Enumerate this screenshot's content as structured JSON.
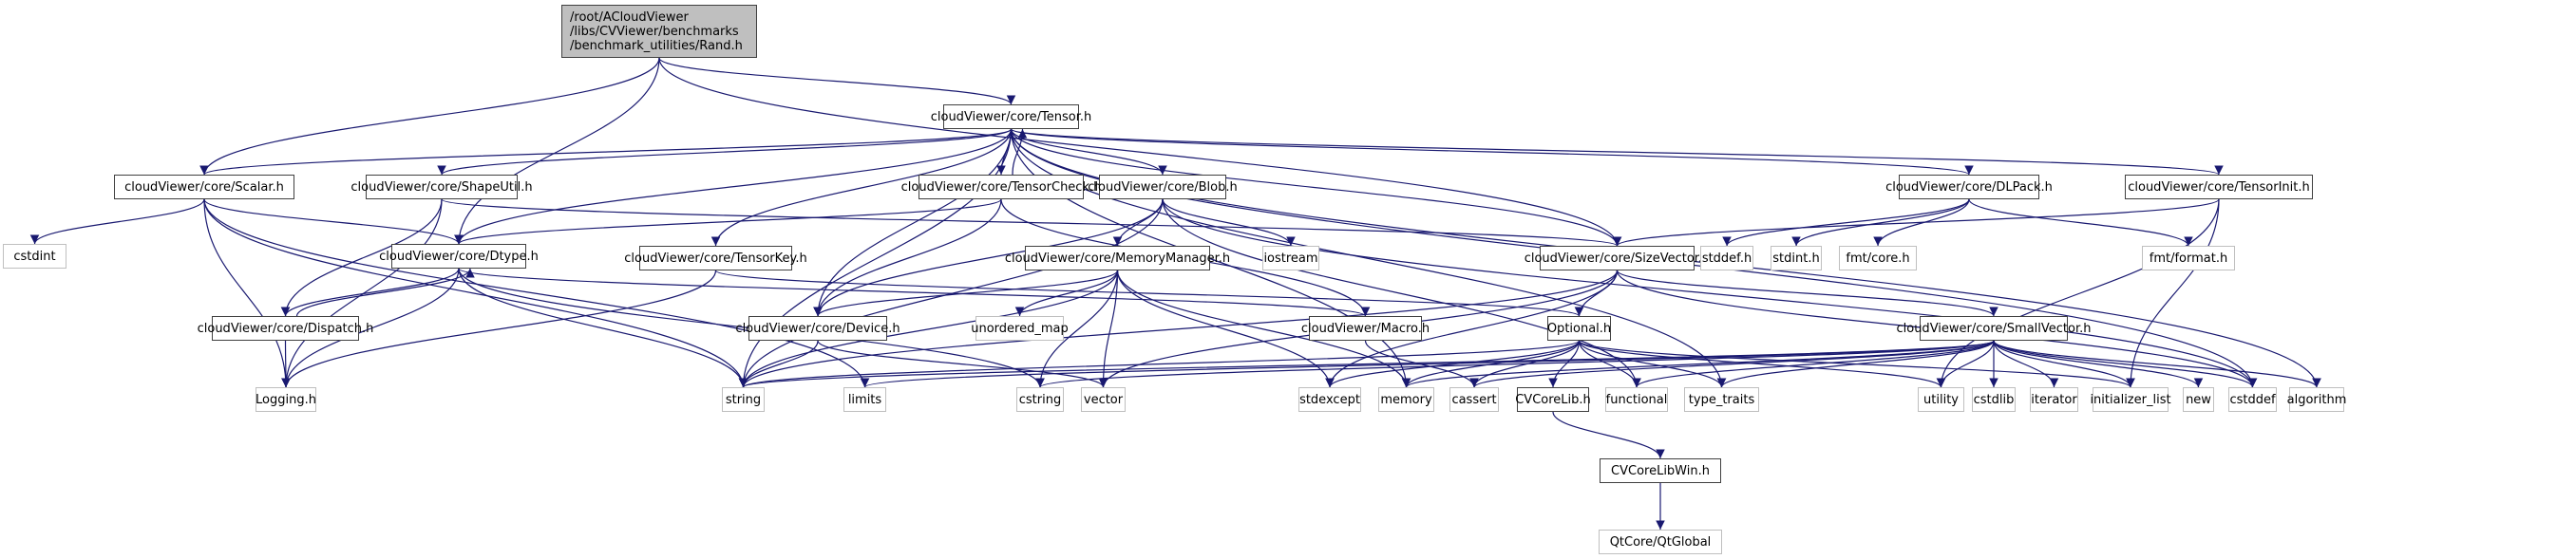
{
  "diagram": {
    "type": "include-dependency-graph",
    "edge_color": "#191970",
    "project_border_color": "#404040",
    "external_border_color": "#bfbfbf",
    "root_fill_color": "#bfbfbf",
    "nodes": [
      {
        "id": "rand",
        "label": "/root/ACloudViewer\n/libs/CVViewer/benchmarks\n/benchmark_utilities/Rand.h",
        "kind": "root"
      },
      {
        "id": "tensor",
        "label": "cloudViewer/core/Tensor.h",
        "kind": "project"
      },
      {
        "id": "scalar",
        "label": "cloudViewer/core/Scalar.h",
        "kind": "project"
      },
      {
        "id": "shapeutil",
        "label": "cloudViewer/core/ShapeUtil.h",
        "kind": "project"
      },
      {
        "id": "tensorcheck",
        "label": "cloudViewer/core/TensorCheck.h",
        "kind": "project"
      },
      {
        "id": "blob",
        "label": "cloudViewer/core/Blob.h",
        "kind": "project"
      },
      {
        "id": "dlpack",
        "label": "cloudViewer/core/DLPack.h",
        "kind": "project"
      },
      {
        "id": "tensorinit",
        "label": "cloudViewer/core/TensorInit.h",
        "kind": "project"
      },
      {
        "id": "cstdint",
        "label": "cstdint",
        "kind": "external"
      },
      {
        "id": "dtype",
        "label": "cloudViewer/core/Dtype.h",
        "kind": "project"
      },
      {
        "id": "tensorkey",
        "label": "cloudViewer/core/TensorKey.h",
        "kind": "project"
      },
      {
        "id": "memorymanager",
        "label": "cloudViewer/core/MemoryManager.h",
        "kind": "project"
      },
      {
        "id": "iostream",
        "label": "iostream",
        "kind": "external"
      },
      {
        "id": "sizevector",
        "label": "cloudViewer/core/SizeVector.h",
        "kind": "project"
      },
      {
        "id": "stddef_h",
        "label": "stddef.h",
        "kind": "external"
      },
      {
        "id": "stdint_h",
        "label": "stdint.h",
        "kind": "external"
      },
      {
        "id": "fmtcore",
        "label": "fmt/core.h",
        "kind": "external"
      },
      {
        "id": "fmtformat",
        "label": "fmt/format.h",
        "kind": "external"
      },
      {
        "id": "dispatch",
        "label": "cloudViewer/core/Dispatch.h",
        "kind": "project"
      },
      {
        "id": "device",
        "label": "cloudViewer/core/Device.h",
        "kind": "project"
      },
      {
        "id": "unordered_map",
        "label": "unordered_map",
        "kind": "external"
      },
      {
        "id": "macro",
        "label": "cloudViewer/Macro.h",
        "kind": "project"
      },
      {
        "id": "optional",
        "label": "Optional.h",
        "kind": "project"
      },
      {
        "id": "smallvector",
        "label": "cloudViewer/core/SmallVector.h",
        "kind": "project"
      },
      {
        "id": "logging",
        "label": "Logging.h",
        "kind": "external"
      },
      {
        "id": "string",
        "label": "string",
        "kind": "external"
      },
      {
        "id": "limits",
        "label": "limits",
        "kind": "external"
      },
      {
        "id": "cstring",
        "label": "cstring",
        "kind": "external"
      },
      {
        "id": "vector",
        "label": "vector",
        "kind": "external"
      },
      {
        "id": "stdexcept",
        "label": "stdexcept",
        "kind": "external"
      },
      {
        "id": "memory",
        "label": "memory",
        "kind": "external"
      },
      {
        "id": "cassert",
        "label": "cassert",
        "kind": "external"
      },
      {
        "id": "cvcorelib",
        "label": "CVCoreLib.h",
        "kind": "project"
      },
      {
        "id": "functional",
        "label": "functional",
        "kind": "external"
      },
      {
        "id": "type_traits",
        "label": "type_traits",
        "kind": "external"
      },
      {
        "id": "utility",
        "label": "utility",
        "kind": "external"
      },
      {
        "id": "cstdlib",
        "label": "cstdlib",
        "kind": "external"
      },
      {
        "id": "iterator",
        "label": "iterator",
        "kind": "external"
      },
      {
        "id": "initializer_list",
        "label": "initializer_list",
        "kind": "external"
      },
      {
        "id": "new",
        "label": "new",
        "kind": "external"
      },
      {
        "id": "cstddef",
        "label": "cstddef",
        "kind": "external"
      },
      {
        "id": "algorithm",
        "label": "algorithm",
        "kind": "external"
      },
      {
        "id": "cvcorelibwin",
        "label": "CVCoreLibWin.h",
        "kind": "project"
      },
      {
        "id": "qtglobal",
        "label": "QtCore/QtGlobal",
        "kind": "external"
      }
    ],
    "edges": [
      [
        "rand",
        "tensor"
      ],
      [
        "rand",
        "scalar"
      ],
      [
        "rand",
        "dtype"
      ],
      [
        "rand",
        "sizevector"
      ],
      [
        "tensor",
        "scalar"
      ],
      [
        "tensor",
        "shapeutil"
      ],
      [
        "tensor",
        "tensorcheck"
      ],
      [
        "tensor",
        "blob"
      ],
      [
        "tensor",
        "dlpack"
      ],
      [
        "tensor",
        "tensorinit"
      ],
      [
        "tensor",
        "dtype"
      ],
      [
        "tensor",
        "tensorkey"
      ],
      [
        "tensor",
        "sizevector"
      ],
      [
        "tensor",
        "device"
      ],
      [
        "tensor",
        "string"
      ],
      [
        "tensor",
        "memory"
      ],
      [
        "tensor",
        "type_traits"
      ],
      [
        "tensor",
        "cstddef"
      ],
      [
        "tensor",
        "algorithm"
      ],
      [
        "tensorcheck",
        "tensor"
      ],
      [
        "tensorcheck",
        "dtype"
      ],
      [
        "tensorcheck",
        "device"
      ],
      [
        "tensorcheck",
        "macro"
      ],
      [
        "scalar",
        "cstdint"
      ],
      [
        "scalar",
        "dtype"
      ],
      [
        "scalar",
        "logging"
      ],
      [
        "scalar",
        "string"
      ],
      [
        "scalar",
        "limits"
      ],
      [
        "shapeutil",
        "sizevector"
      ],
      [
        "shapeutil",
        "dispatch"
      ],
      [
        "shapeutil",
        "logging"
      ],
      [
        "blob",
        "memorymanager"
      ],
      [
        "blob",
        "device"
      ],
      [
        "blob",
        "iostream"
      ],
      [
        "blob",
        "string"
      ],
      [
        "blob",
        "functional"
      ],
      [
        "blob",
        "cstddef"
      ],
      [
        "dlpack",
        "stddef_h"
      ],
      [
        "dlpack",
        "stdint_h"
      ],
      [
        "dlpack",
        "fmtcore"
      ],
      [
        "dlpack",
        "fmtformat"
      ],
      [
        "tensorinit",
        "sizevector"
      ],
      [
        "tensorinit",
        "utility"
      ],
      [
        "tensorinit",
        "initializer_list"
      ],
      [
        "dtype",
        "dispatch"
      ],
      [
        "dtype",
        "logging"
      ],
      [
        "dtype",
        "string"
      ],
      [
        "dtype",
        "cstring"
      ],
      [
        "dtype",
        "macro"
      ],
      [
        "dispatch",
        "dtype"
      ],
      [
        "dispatch",
        "logging"
      ],
      [
        "tensorkey",
        "logging"
      ],
      [
        "tensorkey",
        "optional"
      ],
      [
        "memorymanager",
        "device"
      ],
      [
        "memorymanager",
        "unordered_map"
      ],
      [
        "memorymanager",
        "string"
      ],
      [
        "memorymanager",
        "cstring"
      ],
      [
        "memorymanager",
        "vector"
      ],
      [
        "memorymanager",
        "stdexcept"
      ],
      [
        "memorymanager",
        "memory"
      ],
      [
        "device",
        "string"
      ],
      [
        "device",
        "vector"
      ],
      [
        "macro",
        "cassert"
      ],
      [
        "sizevector",
        "optional"
      ],
      [
        "sizevector",
        "smallvector"
      ],
      [
        "sizevector",
        "vector"
      ],
      [
        "sizevector",
        "stdexcept"
      ],
      [
        "sizevector",
        "string"
      ],
      [
        "sizevector",
        "cstddef"
      ],
      [
        "optional",
        "string"
      ],
      [
        "optional",
        "cassert"
      ],
      [
        "optional",
        "cvcorelib"
      ],
      [
        "optional",
        "functional"
      ],
      [
        "optional",
        "type_traits"
      ],
      [
        "optional",
        "utility"
      ],
      [
        "optional",
        "memory"
      ],
      [
        "optional",
        "initializer_list"
      ],
      [
        "optional",
        "stdexcept"
      ],
      [
        "smallvector",
        "string"
      ],
      [
        "smallvector",
        "limits"
      ],
      [
        "smallvector",
        "cstring"
      ],
      [
        "smallvector",
        "memory"
      ],
      [
        "smallvector",
        "cassert"
      ],
      [
        "smallvector",
        "type_traits"
      ],
      [
        "smallvector",
        "utility"
      ],
      [
        "smallvector",
        "cstdlib"
      ],
      [
        "smallvector",
        "iterator"
      ],
      [
        "smallvector",
        "initializer_list"
      ],
      [
        "smallvector",
        "new"
      ],
      [
        "smallvector",
        "cstddef"
      ],
      [
        "smallvector",
        "algorithm"
      ],
      [
        "smallvector",
        "functional"
      ],
      [
        "cvcorelib",
        "cvcorelibwin"
      ],
      [
        "cvcorelibwin",
        "qtglobal"
      ]
    ]
  }
}
